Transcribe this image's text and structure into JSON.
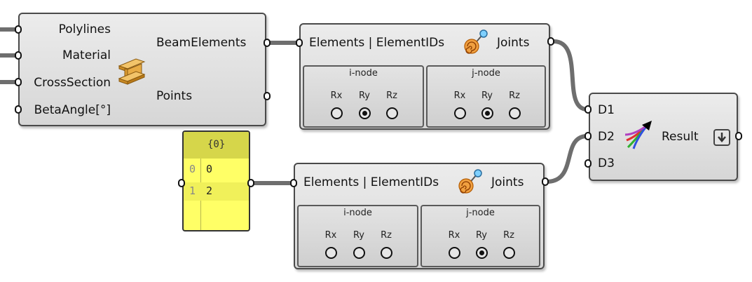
{
  "beam": {
    "inputs": [
      "Polylines",
      "Material",
      "CrossSection",
      "BetaAngle[°]"
    ],
    "outputs": [
      "BeamElements",
      "Points"
    ],
    "icon": "i-beam-icon"
  },
  "support_top": {
    "input_label": "Elements | ElementIDs",
    "output_label": "Joints",
    "icon": "support-spiral-icon",
    "groups": [
      {
        "title": "i-node",
        "labels": [
          "Rx",
          "Ry",
          "Rz"
        ],
        "selected": "Ry"
      },
      {
        "title": "j-node",
        "labels": [
          "Rx",
          "Ry",
          "Rz"
        ],
        "selected": "Ry"
      }
    ]
  },
  "support_bottom": {
    "input_label": "Elements | ElementIDs",
    "output_label": "Joints",
    "icon": "support-spiral-icon",
    "groups": [
      {
        "title": "i-node",
        "labels": [
          "Rx",
          "Ry",
          "Rz"
        ],
        "selected": ""
      },
      {
        "title": "j-node",
        "labels": [
          "Rx",
          "Ry",
          "Rz"
        ],
        "selected": "Ry"
      }
    ]
  },
  "merge": {
    "inputs": [
      "D1",
      "D2",
      "D3"
    ],
    "output": "Result",
    "icon": "merge-arrows-icon"
  },
  "panel": {
    "header": "{0}",
    "rows": [
      {
        "index": "0",
        "value": "0"
      },
      {
        "index": "1",
        "value": "2"
      }
    ]
  },
  "colors": {
    "component_fill": "#dcdcdc",
    "wire": "#707070",
    "panel_fill": "#ffff66"
  }
}
